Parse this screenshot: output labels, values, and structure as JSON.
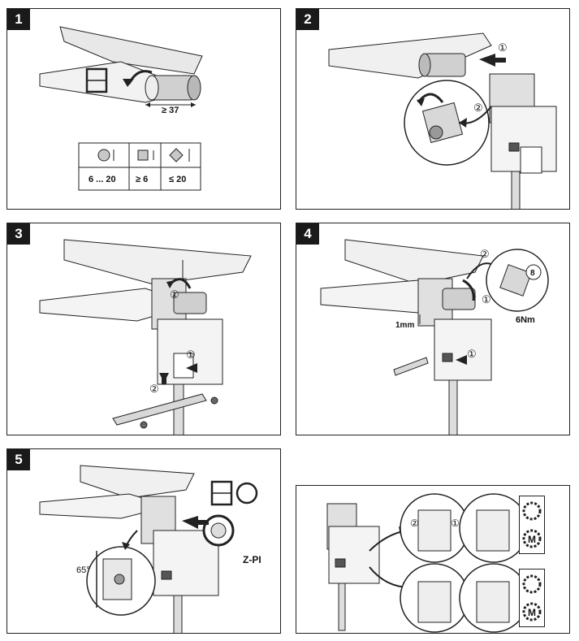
{
  "panels": {
    "p1": {
      "number": "1",
      "dim_label": "≥ 37",
      "table": {
        "rows": [
          [
            "6 ... 20",
            "≥ 6",
            "≤ 20"
          ]
        ]
      }
    },
    "p2": {
      "number": "2",
      "step_a": "①",
      "step_b": "②"
    },
    "p3": {
      "number": "3",
      "step_a": "①",
      "step_b": "①",
      "step_c": "②"
    },
    "p4": {
      "number": "4",
      "gap_label": "1mm",
      "torque_label": "6Nm",
      "wrench_size": "8",
      "step_a": "②",
      "step_b": "①",
      "step_c": "①"
    },
    "p5": {
      "number": "5",
      "angle_label": "65°",
      "adapter_label": "Z-PI"
    },
    "p6": {
      "step_a": "②",
      "step_b": "①",
      "manual_label": "M",
      "auto_label": "M"
    }
  },
  "colors": {
    "line": "#1a1a1a",
    "gray": "#b5b5b5",
    "dark_gray": "#6e6e6e",
    "light": "#dcdcdc"
  }
}
